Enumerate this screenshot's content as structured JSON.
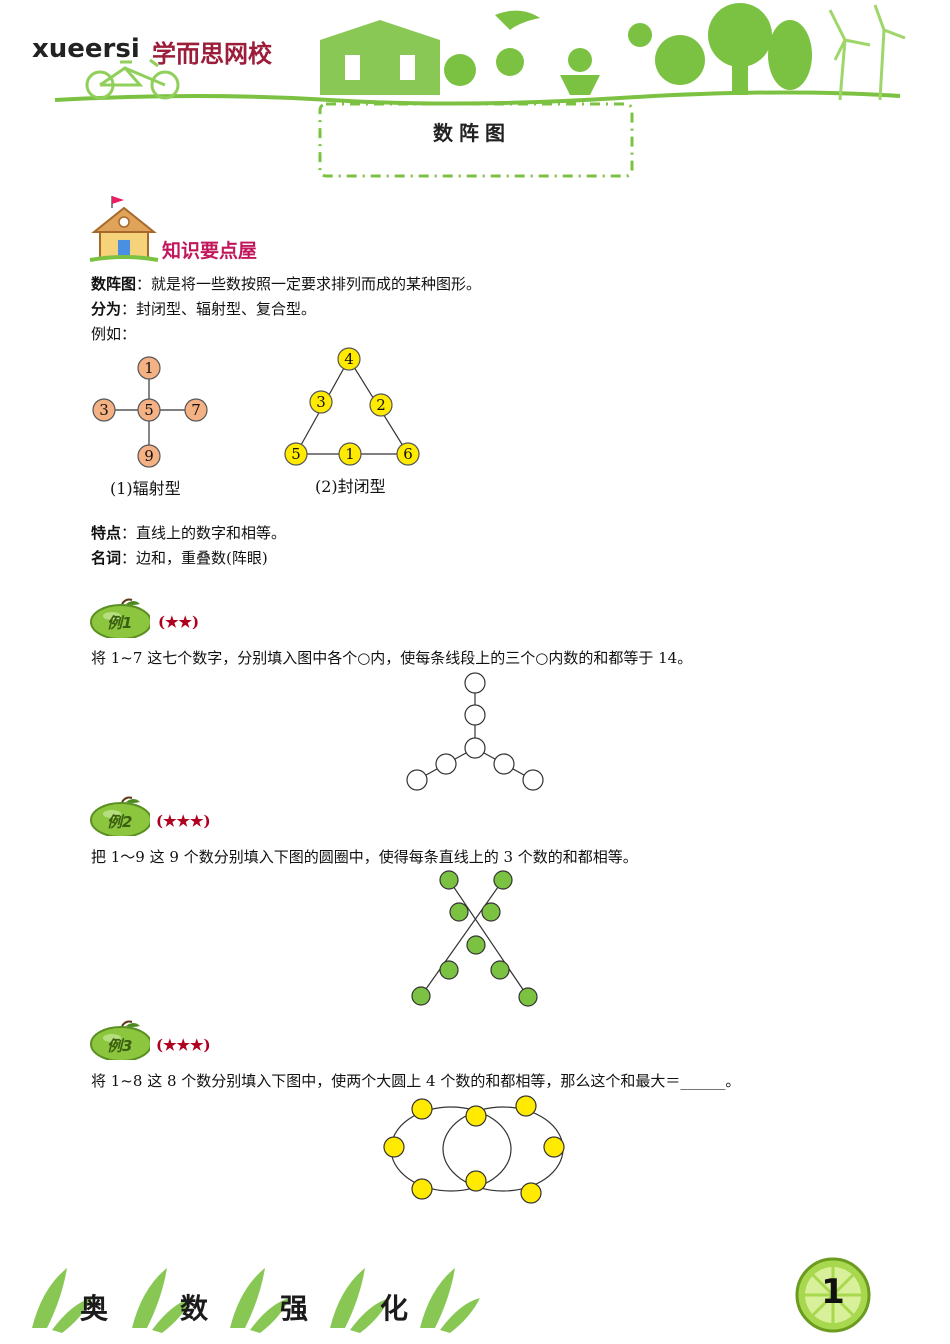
{
  "header": {
    "brand_latin": "xueersi",
    "brand_cn": "学而思网校",
    "page_title": "数阵图"
  },
  "knowledge": {
    "section_label": "知识要点屋",
    "def_term": "数阵图",
    "def_text": "：就是将一些数按照一定要求排列而成的某种图形。",
    "types_term": "分为",
    "types_text": "：封闭型、辐射型、复合型。",
    "example_intro": "例如：",
    "radial_nums": [
      "1",
      "3",
      "5",
      "7",
      "9"
    ],
    "radial_caption": "(1)辐射型",
    "closed_nums": [
      "4",
      "3",
      "2",
      "5",
      "1",
      "6"
    ],
    "closed_caption": "(2)封闭型",
    "feature_term": "特点",
    "feature_text": "：直线上的数字和相等。",
    "terms_term": "名词",
    "terms_text": "：边和，重叠数(阵眼)"
  },
  "examples": [
    {
      "badge": "例1",
      "stars": "(★★)",
      "text": "将 1~7 这七个数字，分别填入图中各个○内，使每条线段上的三个○内数的和都等于 14。"
    },
    {
      "badge": "例2",
      "stars": "(★★★)",
      "text": "把 1～9 这 9 个数分别填入下图的圆圈中，使得每条直线上的 3 个数的和都相等。"
    },
    {
      "badge": "例3",
      "stars": "(★★★)",
      "text": "将 1~8 这 8 个数分别填入下图中，使两个大圆上 4 个数的和都相等，那么这个和最大＝______。"
    }
  ],
  "footer": {
    "words": [
      "奥",
      "数",
      "强",
      "化"
    ],
    "page_number": "1"
  },
  "colors": {
    "green": "#7cc242",
    "orange_fill": "#f4b183",
    "yellow_fill": "#ffea00",
    "node_green": "#7cc242",
    "star_red": "#b00020"
  }
}
